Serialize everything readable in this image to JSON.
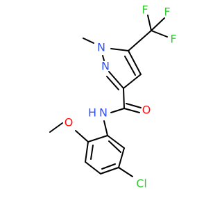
{
  "molecule": {
    "atoms": [
      {
        "id": "F1",
        "label": "F",
        "color": "#33cc33"
      },
      {
        "id": "F2",
        "label": "F",
        "color": "#33cc33"
      },
      {
        "id": "F3",
        "label": "F",
        "color": "#33cc33"
      },
      {
        "id": "N1",
        "label": "N",
        "color": "#3050f8"
      },
      {
        "id": "N2",
        "label": "N",
        "color": "#3050f8"
      },
      {
        "id": "NH",
        "label": "N",
        "color": "#3050f8"
      },
      {
        "id": "Hamide",
        "label": "H",
        "color": "#3050f8"
      },
      {
        "id": "O1",
        "label": "O",
        "color": "#ff0d0d"
      },
      {
        "id": "O2",
        "label": "O",
        "color": "#ff0d0d"
      },
      {
        "id": "Cl",
        "label": "Cl",
        "color": "#33cc33"
      }
    ],
    "bond_color": "#000000"
  }
}
